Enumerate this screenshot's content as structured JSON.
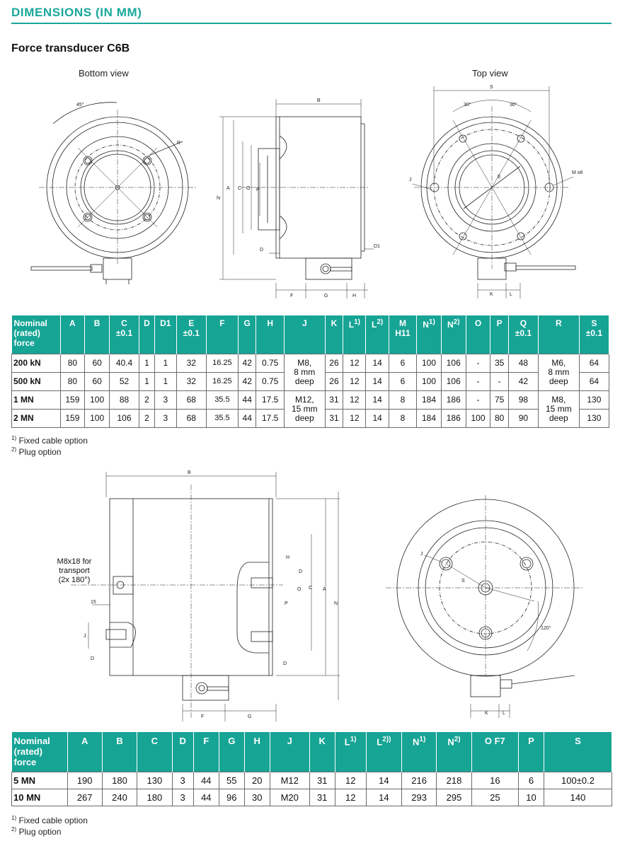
{
  "page": {
    "heading": "DIMENSIONS (IN MM)",
    "subtitle": "Force transducer C6B"
  },
  "drawing1": {
    "bottom_view_label": "Bottom view",
    "top_view_label": "Top view",
    "labels": {
      "angle45": "45°",
      "R": "R",
      "B": "B",
      "N": "N",
      "A": "A",
      "C": "C",
      "O": "O",
      "P": "P",
      "D": "D",
      "D1": "D1",
      "F": "F",
      "G": "G",
      "H": "H",
      "S": "S",
      "angle30a": "30°",
      "angle30b": "30°",
      "J": "J",
      "E": "E",
      "Mx8": "M x8",
      "K": "K",
      "L": "L"
    }
  },
  "table1": {
    "headers": [
      {
        "main": "Nominal (rated) force",
        "sup": "",
        "sub": ""
      },
      {
        "main": "A",
        "sup": "",
        "sub": ""
      },
      {
        "main": "B",
        "sup": "",
        "sub": ""
      },
      {
        "main": "C",
        "sup": "",
        "sub": "±0.1"
      },
      {
        "main": "D",
        "sup": "",
        "sub": ""
      },
      {
        "main": "D1",
        "sup": "",
        "sub": ""
      },
      {
        "main": "E",
        "sup": "",
        "sub": "±0.1"
      },
      {
        "main": "F",
        "sup": "",
        "sub": ""
      },
      {
        "main": "G",
        "sup": "",
        "sub": ""
      },
      {
        "main": "H",
        "sup": "",
        "sub": ""
      },
      {
        "main": "J",
        "sup": "",
        "sub": ""
      },
      {
        "main": "K",
        "sup": "",
        "sub": ""
      },
      {
        "main": "L",
        "sup": "1)",
        "sub": ""
      },
      {
        "main": "L",
        "sup": "2)",
        "sub": ""
      },
      {
        "main": "M",
        "sup": "",
        "sub": "H11"
      },
      {
        "main": "N",
        "sup": "1)",
        "sub": ""
      },
      {
        "main": "N",
        "sup": "2)",
        "sub": ""
      },
      {
        "main": "O",
        "sup": "",
        "sub": ""
      },
      {
        "main": "P",
        "sup": "",
        "sub": ""
      },
      {
        "main": "Q",
        "sup": "",
        "sub": "±0.1"
      },
      {
        "main": "R",
        "sup": "",
        "sub": ""
      },
      {
        "main": "S",
        "sup": "",
        "sub": "±0.1"
      }
    ],
    "rows": [
      {
        "force": "200 kN",
        "A": "80",
        "B": "60",
        "C": "40.4",
        "D": "1",
        "D1": "1",
        "E": "32",
        "F": "16.25",
        "G": "42",
        "H": "0.75",
        "K": "26",
        "L1": "12",
        "L2": "14",
        "M": "6",
        "N1": "100",
        "N2": "106",
        "O": "-",
        "P": "35",
        "Q": "48",
        "S": "64"
      },
      {
        "force": "500 kN",
        "A": "80",
        "B": "60",
        "C": "52",
        "D": "1",
        "D1": "1",
        "E": "32",
        "F": "16.25",
        "G": "42",
        "H": "0.75",
        "K": "26",
        "L1": "12",
        "L2": "14",
        "M": "6",
        "N1": "100",
        "N2": "106",
        "O": "-",
        "P": "-",
        "Q": "42",
        "S": "64"
      },
      {
        "force": "1 MN",
        "A": "159",
        "B": "100",
        "C": "88",
        "D": "2",
        "D1": "3",
        "E": "68",
        "F": "35.5",
        "G": "44",
        "H": "17.5",
        "K": "31",
        "L1": "12",
        "L2": "14",
        "M": "8",
        "N1": "184",
        "N2": "186",
        "O": "-",
        "P": "75",
        "Q": "98",
        "S": "130"
      },
      {
        "force": "2 MN",
        "A": "159",
        "B": "100",
        "C": "106",
        "D": "2",
        "D1": "3",
        "E": "68",
        "F": "35.5",
        "G": "44",
        "H": "17.5",
        "K": "31",
        "L1": "12",
        "L2": "14",
        "M": "8",
        "N1": "184",
        "N2": "186",
        "O": "100",
        "P": "80",
        "Q": "90",
        "S": "130"
      }
    ],
    "J_merged": [
      "M8,\n8 mm\ndeep",
      "M12,\n15 mm\ndeep"
    ],
    "R_merged": [
      "M6,\n8 mm\ndeep",
      "M8,\n15 mm\ndeep"
    ],
    "footnotes": [
      {
        "num": "1)",
        "text": "Fixed cable option"
      },
      {
        "num": "2)",
        "text": "Plug option"
      }
    ]
  },
  "drawing2": {
    "transport_note": "M8x18 for\ntransport\n(2x 180°)",
    "labels": {
      "B": "B",
      "H": "H",
      "D": "D",
      "C": "C",
      "A": "A",
      "N": "N",
      "O": "O",
      "P": "P",
      "J": "J",
      "F": "F",
      "G": "G",
      "dim15": "15",
      "S": "S",
      "angle120": "120°",
      "K": "K",
      "L": "L"
    }
  },
  "table2": {
    "headers": [
      {
        "main": "Nominal (rated) force",
        "sup": ""
      },
      {
        "main": "A",
        "sup": ""
      },
      {
        "main": "B",
        "sup": ""
      },
      {
        "main": "C",
        "sup": ""
      },
      {
        "main": "D",
        "sup": ""
      },
      {
        "main": "F",
        "sup": ""
      },
      {
        "main": "G",
        "sup": ""
      },
      {
        "main": "H",
        "sup": ""
      },
      {
        "main": "J",
        "sup": ""
      },
      {
        "main": "K",
        "sup": ""
      },
      {
        "main": "L",
        "sup": "1)"
      },
      {
        "main": "L",
        "sup": "2))"
      },
      {
        "main": "N",
        "sup": "1)"
      },
      {
        "main": "N",
        "sup": "2)"
      },
      {
        "main": "O F7",
        "sup": ""
      },
      {
        "main": "P",
        "sup": ""
      },
      {
        "main": "S",
        "sup": ""
      }
    ],
    "rows": [
      {
        "force": "5 MN",
        "A": "190",
        "B": "180",
        "C": "130",
        "D": "3",
        "F": "44",
        "G": "55",
        "H": "20",
        "J": "M12",
        "K": "31",
        "L1": "12",
        "L2": "14",
        "N1": "216",
        "N2": "218",
        "O": "16",
        "P": "6",
        "S": "100±0.2"
      },
      {
        "force": "10 MN",
        "A": "267",
        "B": "240",
        "C": "180",
        "D": "3",
        "F": "44",
        "G": "96",
        "H": "30",
        "J": "M20",
        "K": "31",
        "L1": "12",
        "L2": "14",
        "N1": "293",
        "N2": "295",
        "O": "25",
        "P": "10",
        "S": "140"
      }
    ],
    "footnotes": [
      {
        "num": "1)",
        "text": "Fixed cable option"
      },
      {
        "num": "2)",
        "text": "Plug option"
      }
    ]
  }
}
